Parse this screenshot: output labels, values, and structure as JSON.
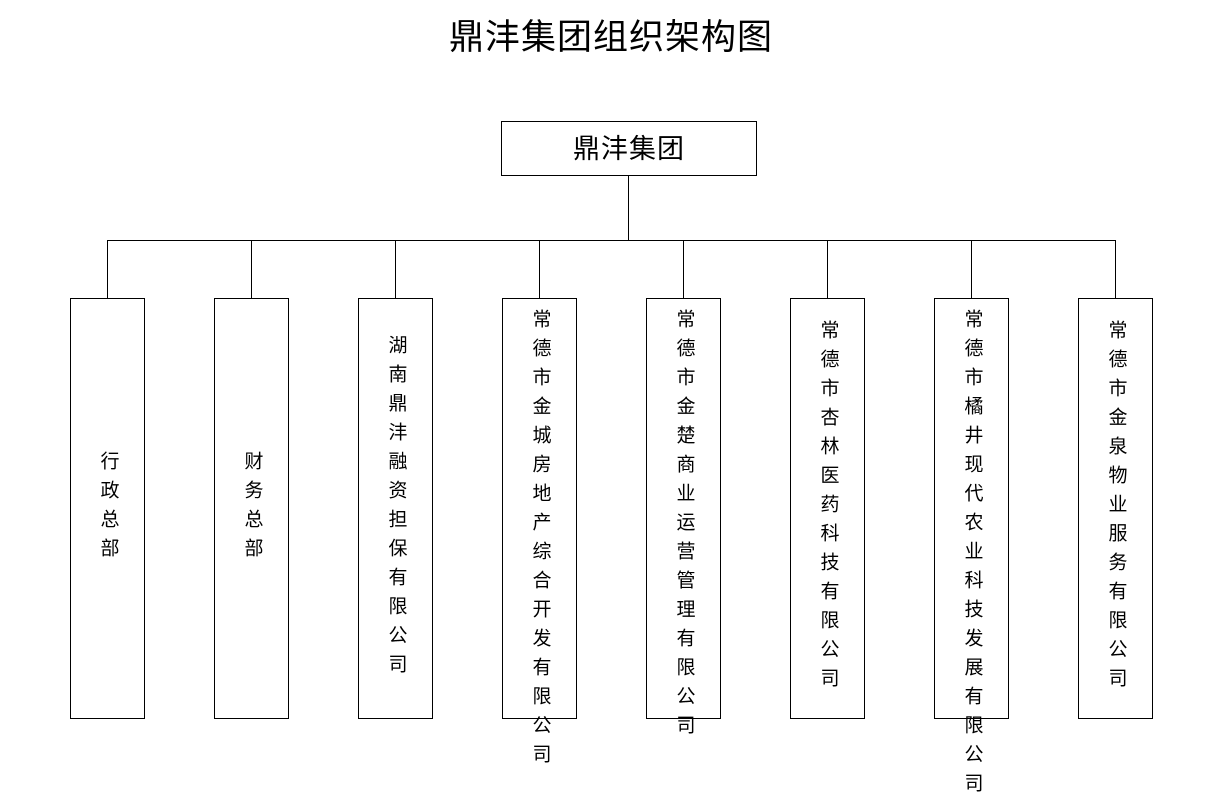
{
  "page": {
    "title": "鼎沣集团组织架构图",
    "background_color": "#ffffff",
    "line_color": "#000000",
    "text_color": "#000000"
  },
  "chart": {
    "type": "org-chart",
    "orientation": "top-down",
    "root": {
      "label": "鼎沣集团"
    },
    "children": [
      {
        "label": "行政总部"
      },
      {
        "label": "财务总部"
      },
      {
        "label": "湖南鼎沣融资担保有限公司"
      },
      {
        "label": "常德市金城房地产综合开发有限公司"
      },
      {
        "label": "常德市金楚商业运营管理有限公司"
      },
      {
        "label": "常德市杏林医药科技有限公司"
      },
      {
        "label": "常德市橘井现代农业科技发展有限公司"
      },
      {
        "label": "常德市金泉物业服务有限公司"
      }
    ]
  }
}
